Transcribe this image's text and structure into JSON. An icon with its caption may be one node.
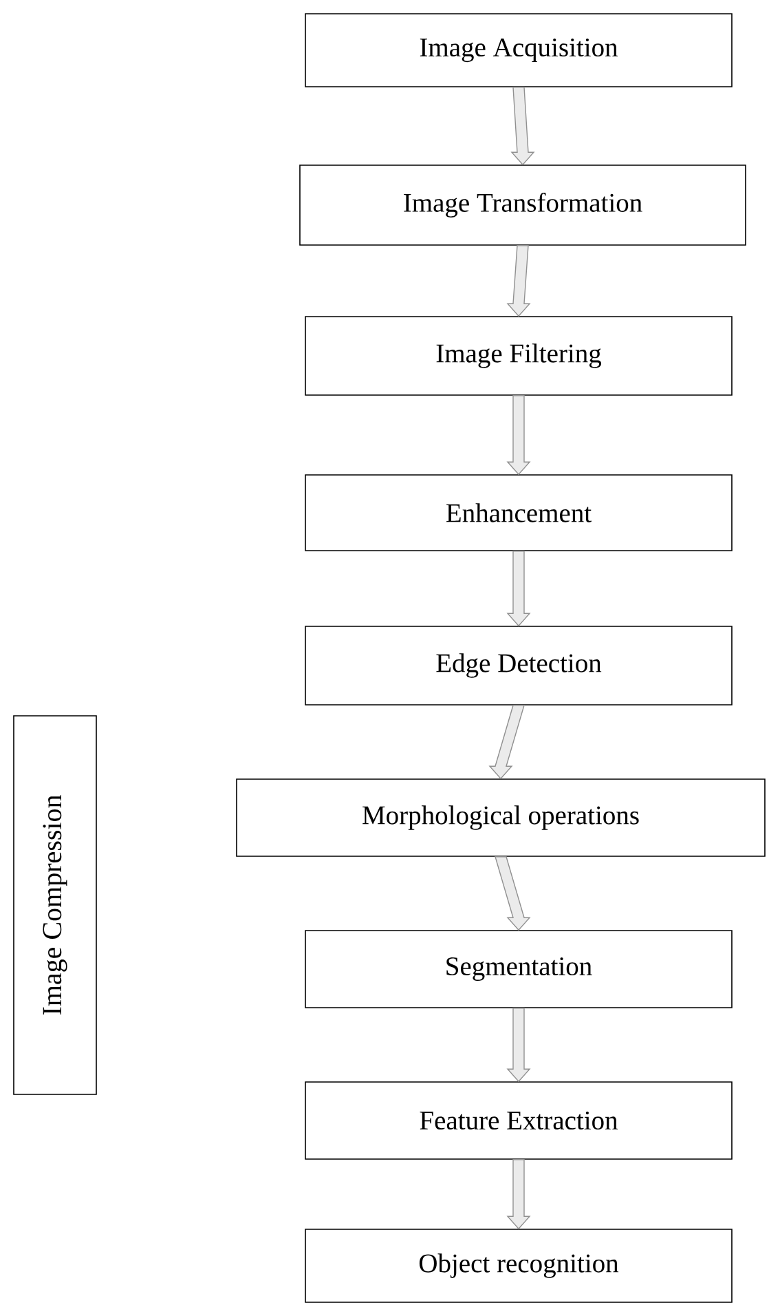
{
  "diagram": {
    "nodes": [
      {
        "text": [
          "Image Acquisition"
        ]
      },
      {
        "text": [
          "Image Transformation"
        ]
      },
      {
        "text": [
          "Image Filtering"
        ]
      },
      {
        "text": [
          "Enhancement"
        ]
      },
      {
        "text": [
          "Edge Detection"
        ]
      },
      {
        "text": [
          "Morphological operations"
        ]
      },
      {
        "text": [
          "Segmentation"
        ]
      },
      {
        "text": [
          "Feature Extraction"
        ]
      },
      {
        "text": [
          "Object recognition"
        ]
      },
      {
        "text": [
          "Image Compression"
        ]
      }
    ],
    "edges": [
      {
        "from": 0,
        "to": 1,
        "arrow": "to"
      },
      {
        "from": 1,
        "to": 2,
        "arrow": "to"
      },
      {
        "from": 2,
        "to": 3,
        "arrow": "to"
      },
      {
        "from": 3,
        "to": 4,
        "arrow": "to"
      },
      {
        "from": 4,
        "to": 5,
        "arrow": "to"
      },
      {
        "from": 5,
        "to": 6,
        "arrow": "to"
      },
      {
        "from": 6,
        "to": 7,
        "arrow": "to"
      },
      {
        "from": 7,
        "to": 8,
        "arrow": "to"
      }
    ]
  }
}
